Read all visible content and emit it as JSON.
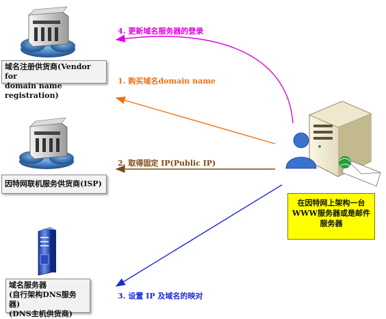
{
  "vendor_label_line1": "域名注册供货商(Vendor for",
  "vendor_label_line2": "domain name registration)",
  "isp_label": "因特网联机服务供货商(ISP)",
  "dns_label_line1": "域名服务器",
  "dns_label_line2": "(自行架构DNS服务器)",
  "dns_label_line3": "(DNS主机供货商)",
  "server_note": "在因特网上架构一台WWW服务器或是邮件服务器",
  "steps": [
    {
      "text": "4. 更新域名服务器的登录",
      "color": "#e000e0"
    },
    {
      "text": "1. 购买域名domain name",
      "color": "#f07010"
    },
    {
      "text": "2. 取得固定 IP(Public IP)",
      "color": "#7a4a18"
    },
    {
      "text": "3. 设置 IP 及域名的映对",
      "color": "#1a2ad8"
    }
  ],
  "icons": [
    "vendor-server-icon",
    "network-cloud-icon",
    "isp-server-icon",
    "dns-tower-server-icon",
    "web-server-icon",
    "user-icon",
    "email-icon"
  ]
}
